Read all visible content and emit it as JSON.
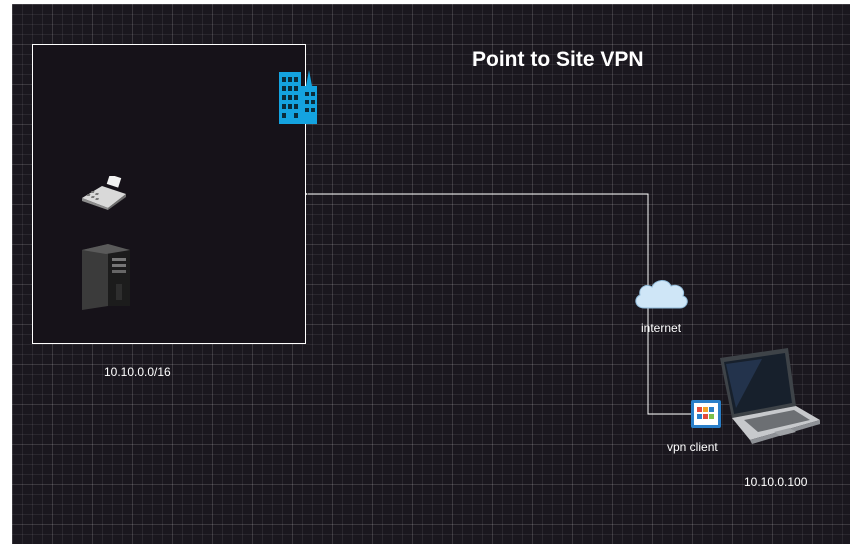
{
  "diagram": {
    "title": "Point to Site VPN",
    "site_network_label": "10.10.0.0/16",
    "internet_label": "internet",
    "vpn_client_label": "vpn client",
    "laptop_ip_label": "10.10.0.100"
  },
  "icons": {
    "building": "office-building-icon",
    "fax": "fax-machine-icon",
    "server": "server-tower-icon",
    "cloud": "cloud-icon",
    "vpn_client": "vpn-client-icon",
    "laptop": "laptop-icon"
  },
  "colors": {
    "canvas_bg": "#1a171e",
    "line": "#ffffff",
    "building": "#14a3e0",
    "cloud": "#cfe6f7",
    "vpn_client": "#2a7fc9"
  }
}
